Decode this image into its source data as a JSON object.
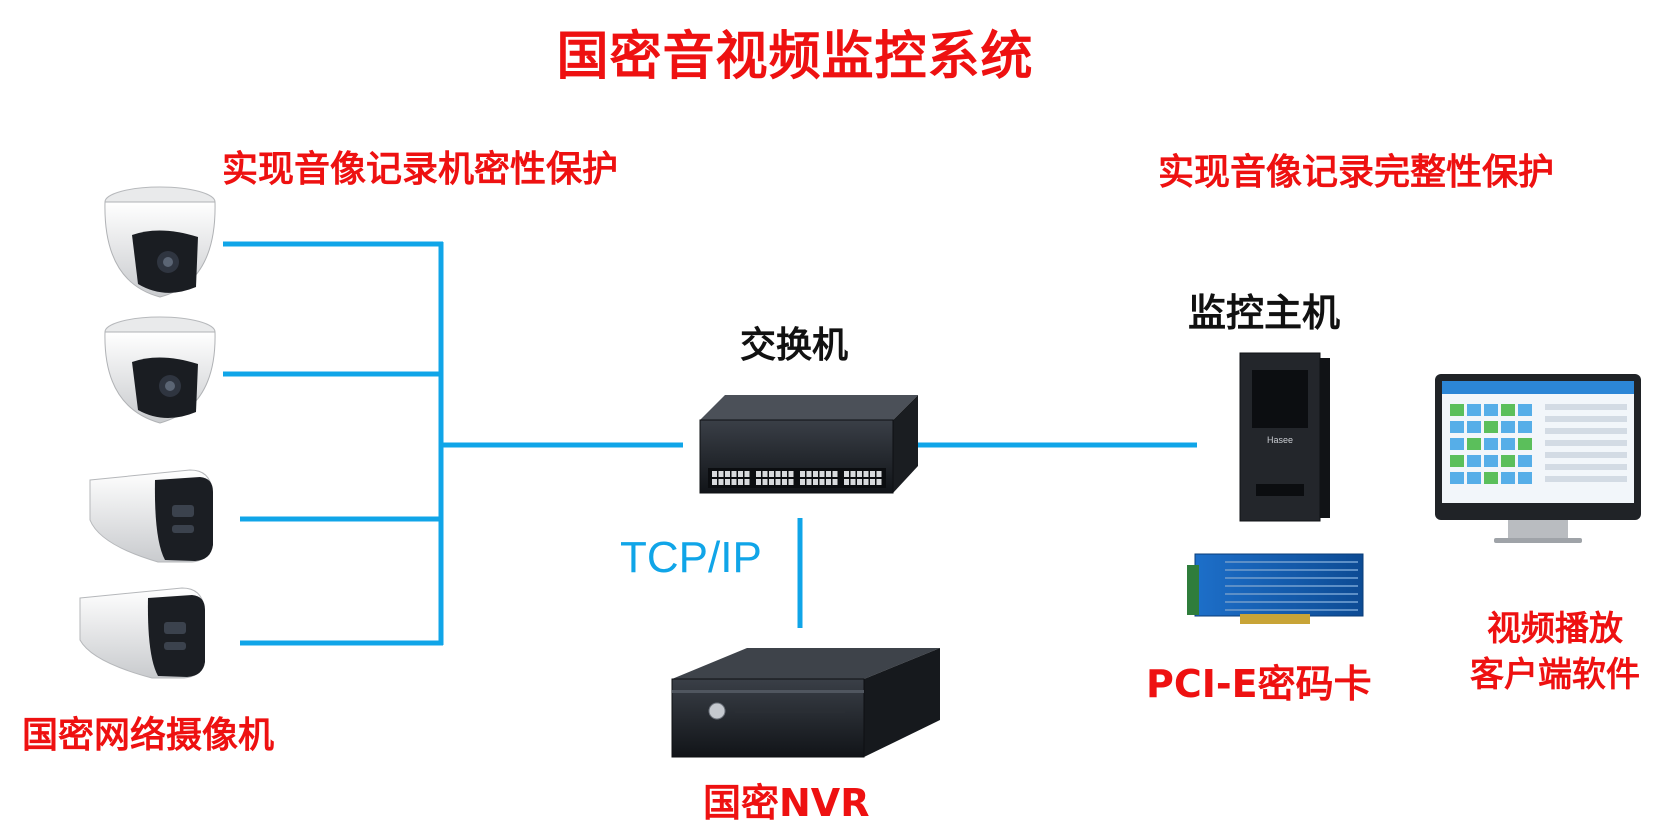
{
  "title": "国密音视频监控系统",
  "left_caption": "实现音像记录机密性保护",
  "right_caption": "实现音像记录完整性保护",
  "switch_label": "交换机",
  "protocol_label": "TCP/IP",
  "camera_label": "国密网络摄像机",
  "nvr_label": "国密NVR",
  "host_label": "监控主机",
  "host_brand": "Hasee",
  "card_label": "PCI-E密码卡",
  "player_label_line1": "视频播放",
  "player_label_line2": "客户端软件",
  "colors": {
    "title_red": "#ee1111",
    "link_blue": "#10a5e8",
    "device_dark": "#1e2126"
  }
}
